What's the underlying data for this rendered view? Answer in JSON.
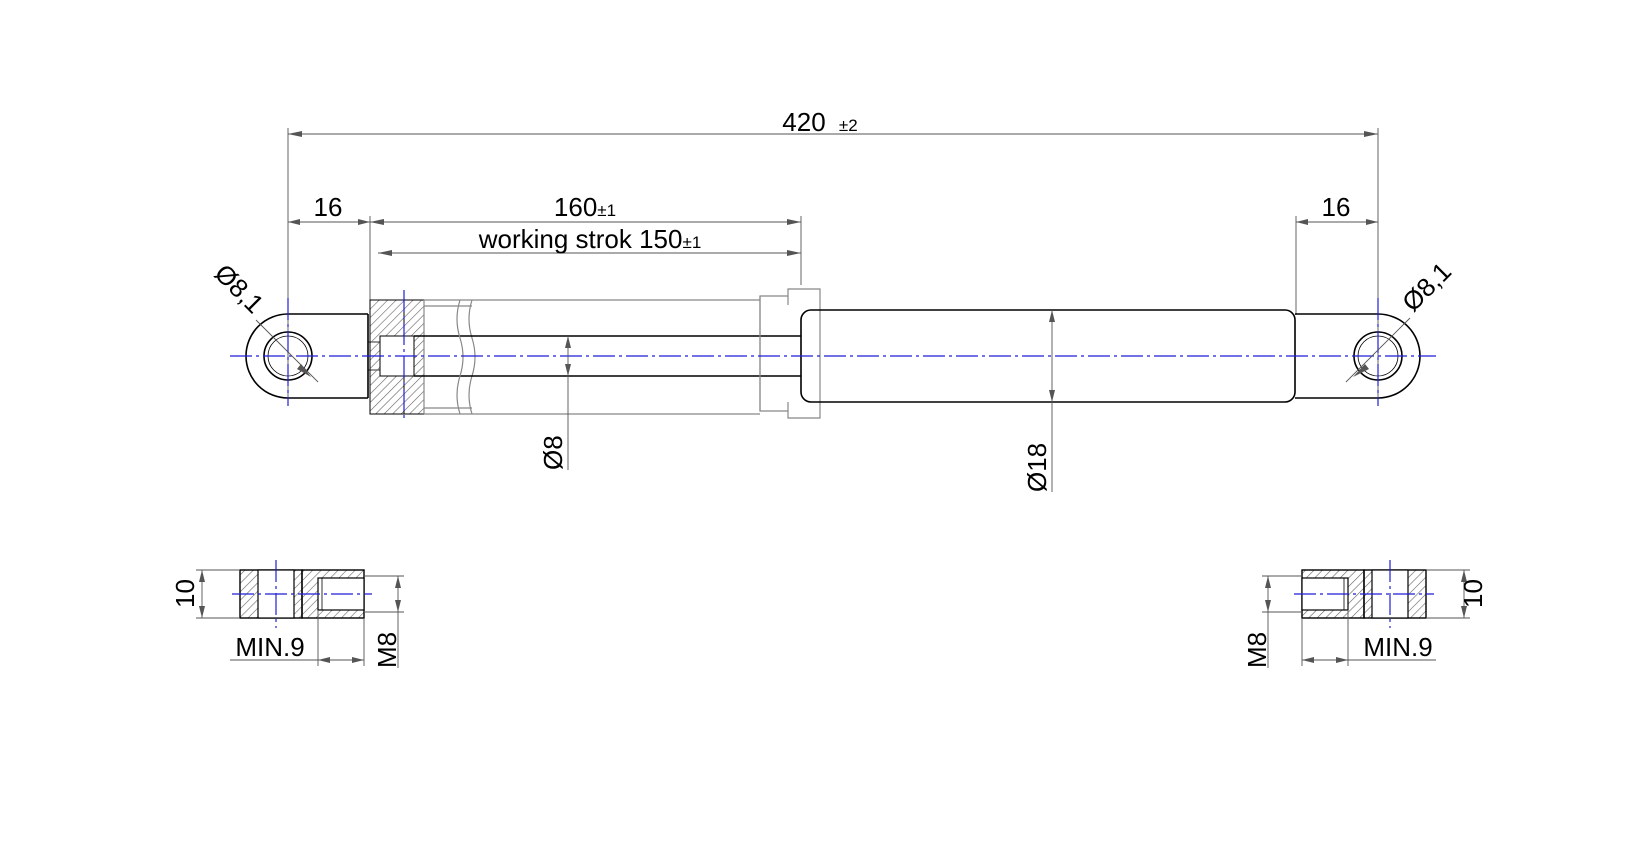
{
  "colors": {
    "outline": "#000000",
    "dimension": "#555555",
    "centerline": "#1f1fd6",
    "hatch_grey": "#888888"
  },
  "dims": {
    "total_length": "420",
    "total_tol": "±2",
    "end_length_left": "16",
    "end_length_right": "16",
    "extended": "160",
    "extended_tol": "±1",
    "stroke_label": "working strok 150",
    "stroke_tol": "±1",
    "eye_dia_left": "Ø8,1",
    "eye_dia_right": "Ø8,1",
    "rod_dia": "Ø8",
    "tube_dia": "Ø18"
  },
  "details": {
    "left": {
      "height": "10",
      "depth": "MIN.9",
      "thread": "M8"
    },
    "right": {
      "height": "10",
      "depth": "MIN.9",
      "thread": "M8"
    }
  }
}
